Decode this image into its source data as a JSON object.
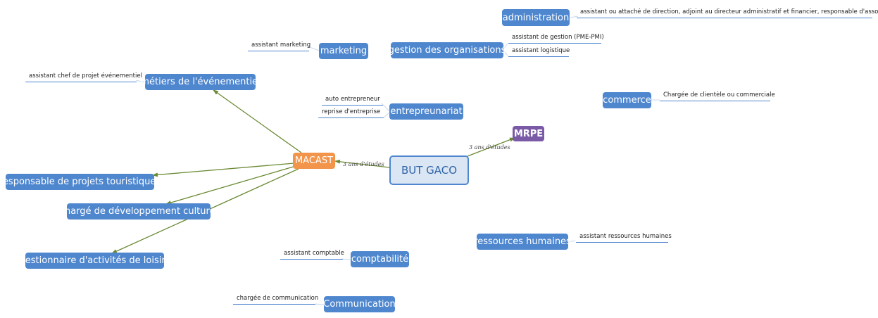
{
  "center": "BUT GACO",
  "edge_label_macast": "3 ans d'études",
  "edge_label_mrpe": "3 ans d'études",
  "nodes": {
    "macast": "MACAST",
    "mrpe": "MRPE",
    "administration": "administration",
    "marketing": "marketing",
    "gestion_organisations": "gestion des organisations",
    "metiers_evenementiel": "métiers de l'événementiel",
    "entrepreunariat": "entrepreunariat",
    "commerce": "commerce",
    "projets_touristiques": "responsable de projets touristiques",
    "developpement_culturel": "chargé de développement culturel",
    "activites_loisirs": "gestionnaire d'activités de loisirs",
    "ressources_humaines": "ressources humaines",
    "comptabilite": "comptabilité",
    "communication": "Communication"
  },
  "leaves": {
    "administration": "assistant ou attaché de direction, adjoint au directeur administratif et financier, responsable d'association",
    "marketing": "assistant marketing",
    "gestion_1": "assistant de gestion (PME-PMI)",
    "gestion_2": "assistant logistique",
    "evenementiel": "assistant chef de projet événementiel",
    "entrepreneur_1": "auto entrepreneur",
    "entrepreneur_2": "reprise d'entreprise",
    "commerce": "Chargée de clientèle ou commerciale",
    "rh": "assistant ressources humaines",
    "comptabilite": "assistant comptable",
    "communication": "chargée de communication"
  },
  "colors": {
    "node": "#4f87cf",
    "macast": "#f2944a",
    "mrpe": "#7a5aa6",
    "link": "#6b8a34"
  }
}
